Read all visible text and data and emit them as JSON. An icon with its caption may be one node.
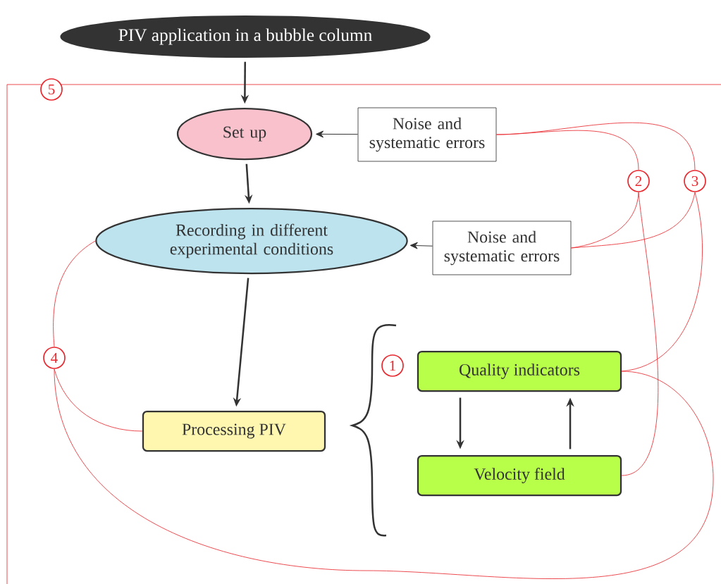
{
  "diagram": {
    "nodes": [
      {
        "text": [
          "PIV application in a bubble column"
        ]
      },
      {
        "text": [
          "Set up"
        ]
      },
      {
        "text": [
          "Noise and systematic errors"
        ]
      },
      {
        "text": [
          "Recording in different experimental conditions"
        ]
      },
      {
        "text": [
          "Noise and systematic errors"
        ]
      },
      {
        "text": [
          "Processing PIV"
        ]
      },
      {
        "text": [
          "Quality indicators"
        ]
      },
      {
        "text": [
          "Velocity field"
        ]
      },
      {
        "text": [
          "1"
        ]
      },
      {
        "text": [
          "2"
        ]
      },
      {
        "text": [
          "3"
        ]
      },
      {
        "text": [
          "4"
        ]
      },
      {
        "text": [
          "5"
        ]
      }
    ],
    "edges": [
      {
        "from": 0,
        "to": 1,
        "arrow": "to",
        "style": "thick",
        "color": "#333333"
      },
      {
        "from": 2,
        "to": 1,
        "arrow": "to",
        "color": "#333333"
      },
      {
        "from": 1,
        "to": 3,
        "arrow": "to",
        "style": "thick",
        "color": "#333333"
      },
      {
        "from": 4,
        "to": 3,
        "arrow": "to",
        "color": "#333333"
      },
      {
        "from": 3,
        "to": 5,
        "arrow": "to",
        "style": "thick",
        "color": "#333333"
      },
      {
        "from": 6,
        "to": 7,
        "arrow": "to",
        "style": "thick",
        "color": "#333333"
      },
      {
        "from": 7,
        "to": 6,
        "arrow": "to",
        "style": "thick",
        "color": "#333333"
      },
      {
        "from": 2,
        "to": 9,
        "arrow": "none"
      },
      {
        "from": 4,
        "to": 9,
        "arrow": "none"
      },
      {
        "from": 9,
        "to": 7,
        "arrow": "none"
      },
      {
        "from": 2,
        "to": 10,
        "arrow": "none"
      },
      {
        "from": 4,
        "to": 10,
        "arrow": "none"
      },
      {
        "from": 10,
        "to": 6,
        "arrow": "none"
      },
      {
        "from": 11,
        "to": 3,
        "arrow": "none"
      },
      {
        "from": 11,
        "to": 5,
        "arrow": "none"
      },
      {
        "from": 11,
        "to": 6,
        "arrow": "none"
      }
    ]
  }
}
